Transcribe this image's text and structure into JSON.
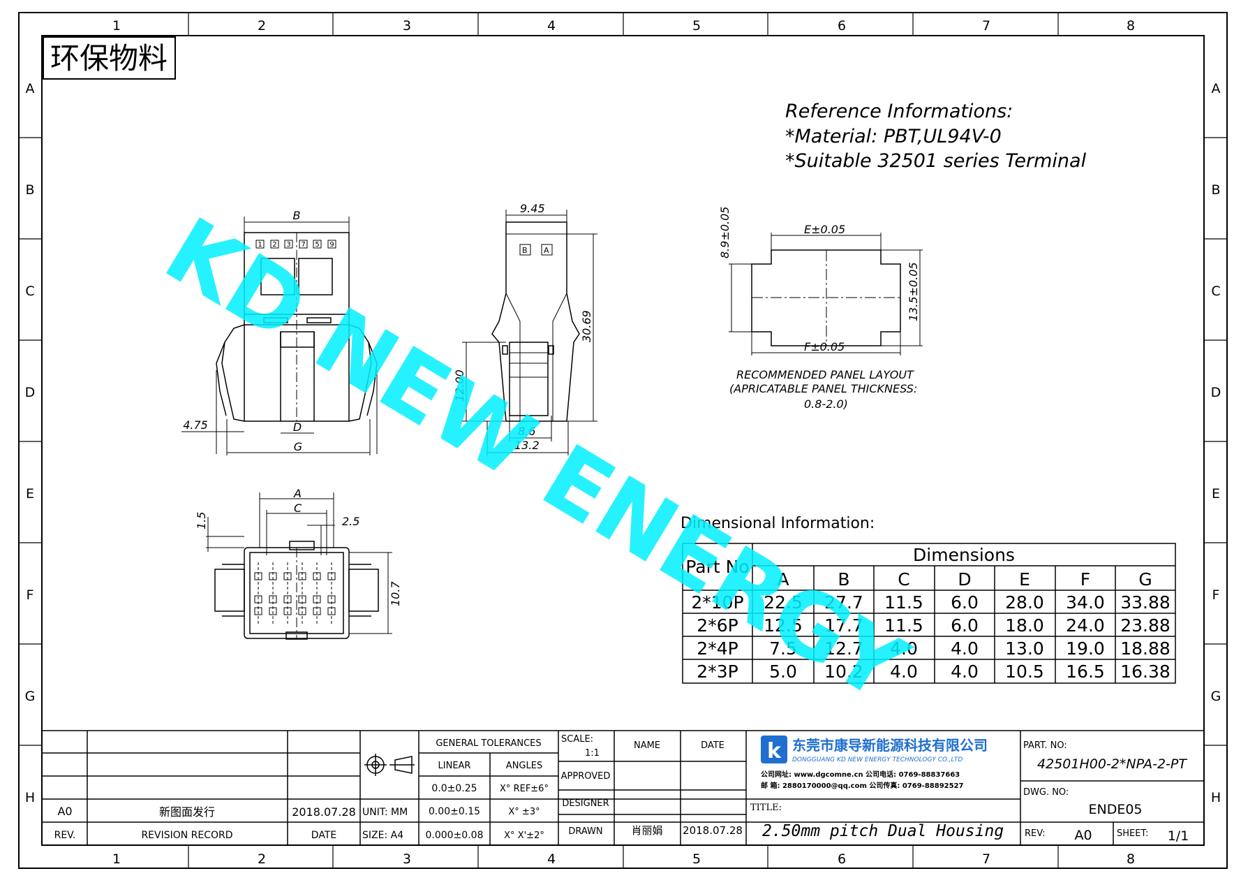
{
  "frame": {
    "columns": [
      "1",
      "2",
      "3",
      "4",
      "5",
      "6",
      "7",
      "8"
    ],
    "rows": [
      "A",
      "B",
      "C",
      "D",
      "E",
      "F",
      "G",
      "H"
    ]
  },
  "stamp": "环保物料",
  "watermark": "KD NEW ENERGY",
  "reference": {
    "line1": "Reference Informations:",
    "line2": "*Material: PBT,UL94V-0",
    "line3": "*Suitable 32501 series Terminal"
  },
  "front_view": {
    "label_b": "B",
    "label_d": "D",
    "label_g": "G",
    "dim_left": "4.75",
    "cavity_numbers": [
      "1",
      "2",
      "3",
      "7",
      "5",
      "9"
    ]
  },
  "side_view": {
    "dim_top": "9.45",
    "dim_height": "30.69",
    "dim_12": "12.00",
    "dim_86": "8.6",
    "dim_132": "13.2",
    "box_b": "B",
    "box_a": "A"
  },
  "bottom_view": {
    "label_a": "A",
    "label_c": "C",
    "dim_15": "1.5",
    "dim_25": "2.5",
    "dim_107": "10.7"
  },
  "panel": {
    "dim_e": "E±0.05",
    "dim_f": "F±0.05",
    "dim_89": "8.9±0.05",
    "dim_135": "13.5±0.05",
    "caption1": "RECOMMENDED  PANEL  LAYOUT",
    "caption2": "(APRICATABLE  PANEL  THICKNESS:",
    "caption3": "0.8-2.0)"
  },
  "dim_table": {
    "title": "Dimensional  Information:",
    "part_no_header": "Part No",
    "group_header": "Dimensions",
    "columns": [
      "A",
      "B",
      "C",
      "D",
      "E",
      "F",
      "G"
    ],
    "rows": [
      {
        "part": "2*10P",
        "values": [
          "22.5",
          "27.7",
          "11.5",
          "6.0",
          "28.0",
          "34.0",
          "33.88"
        ]
      },
      {
        "part": "2*6P",
        "values": [
          "12.5",
          "17.7",
          "11.5",
          "6.0",
          "18.0",
          "24.0",
          "23.88"
        ]
      },
      {
        "part": "2*4P",
        "values": [
          "7.5",
          "12.7",
          "4.0",
          "4.0",
          "13.0",
          "19.0",
          "18.88"
        ]
      },
      {
        "part": "2*3P",
        "values": [
          "5.0",
          "10.2",
          "4.0",
          "4.0",
          "10.5",
          "16.5",
          "16.38"
        ]
      }
    ]
  },
  "title_block": {
    "rev_value": "A0",
    "revision_record_value": "新图面发行",
    "revision_date_value": "2018.07.28",
    "rev_label": "REV.",
    "revision_record_label": "REVISION RECORD",
    "date_label": "DATE",
    "unit": "UNIT: MM",
    "size": "SIZE: A4",
    "general_tolerances": "GENERAL TOLERANCES",
    "linear": "LINEAR",
    "angles": "ANGLES",
    "lin1": "0.0±0.25",
    "lin2": "0.00±0.15",
    "lin3": "0.000±0.08",
    "ang1": "X° REF±6°",
    "ang2": "X° ±3°",
    "ang3": "X° X'±2°",
    "scale_label": "SCALE:",
    "scale_value": "1:1",
    "name_label": "NAME",
    "date_col_label": "DATE",
    "approved": "APPROVED",
    "designer": "DESIGNER",
    "drawn": "DRAWN",
    "drawn_name": "肖丽娟",
    "drawn_date": "2018.07.28",
    "company_cn": "东莞市康导新能源科技有限公司",
    "company_en": "DONGGUANG KD NEW ENERGY TECHNOLOGY CO.,LTD",
    "contact1": "公司网址: www.dgcomne.cn  公司电话: 0769-88837663",
    "contact2": "邮    箱: 2880170000@qq.com  公司传真: 0769-88892527",
    "title_label": "TITLE:",
    "title_value": "2.50mm pitch Dual Housing",
    "part_no_label": "PART. NO:",
    "part_no_value": "42501H00-2*NPA-2-PT",
    "dwg_no_label": "DWG. NO:",
    "dwg_no_value": "ENDE05",
    "rev_box_label": "REV:",
    "rev_box_value": "A0",
    "sheet_label": "SHEET:",
    "sheet_value": "1/1"
  },
  "colors": {
    "line": "#000000",
    "watermark": "#00f0ff",
    "logo_blue": "#1f6fd0"
  }
}
